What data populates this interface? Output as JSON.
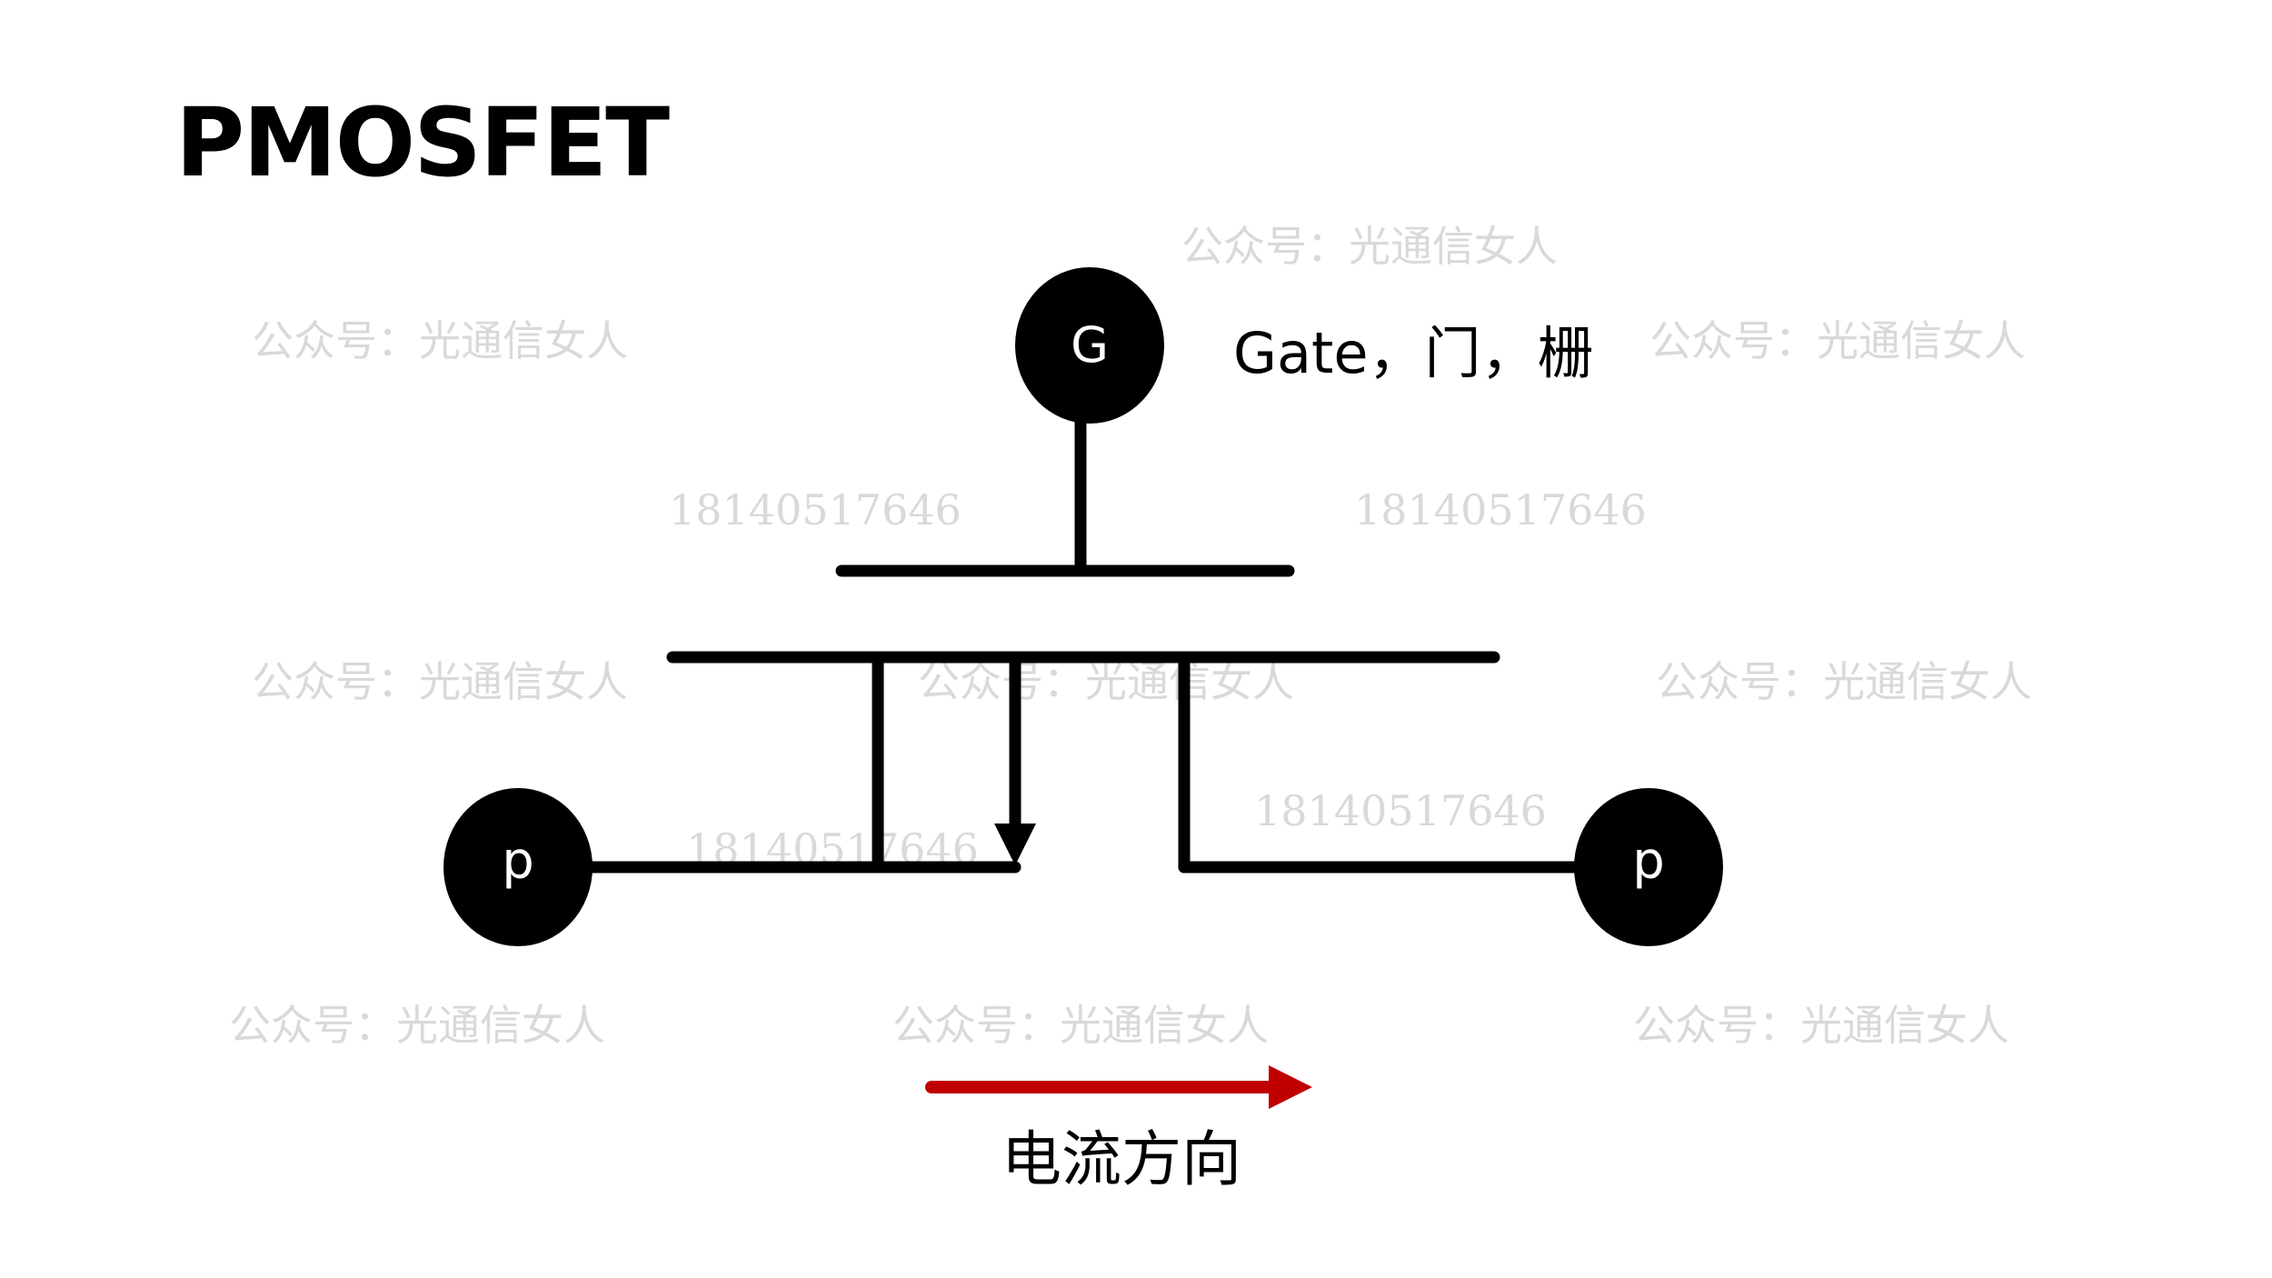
{
  "title": "PMOSFET",
  "gate": {
    "symbol": "G",
    "label": "Gate，门，栅"
  },
  "source": {
    "symbol": "p"
  },
  "drain": {
    "symbol": "p"
  },
  "current_direction": {
    "label": "电流方向",
    "color": "#c00000"
  },
  "watermarks": {
    "account": "公众号：光通信女人",
    "phone": "18140517646"
  },
  "colors": {
    "line": "#000000",
    "watermark": "#d9d9d9"
  }
}
